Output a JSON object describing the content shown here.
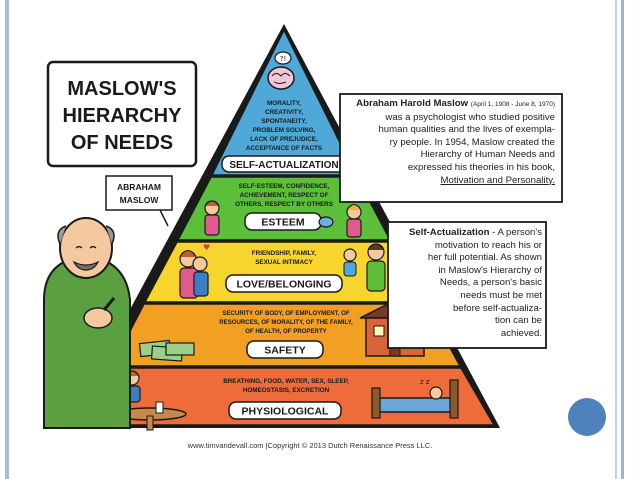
{
  "title_box": {
    "line1": "MASLOW'S",
    "line2": "HIERARCHY",
    "line3": "OF NEEDS"
  },
  "person_label": {
    "line1": "ABRAHAM",
    "line2": "MASLOW"
  },
  "levels": [
    {
      "needs": [
        "MORALITY,",
        "CREATIVITY,",
        "SPONTANEITY,",
        "PROBLEM SOLVING,",
        "LACK OF PREJUDICE,",
        "ACCEPTANCE OF FACTS"
      ],
      "label": "SELF-ACTUALIZATION",
      "color": "#4fa9d8"
    },
    {
      "needs": [
        "SELF-ESTEEM, CONFIDENCE,",
        "ACHIEVEMENT, RESPECT OF",
        "OTHERS, RESPECT BY OTHERS"
      ],
      "label": "ESTEEM",
      "color": "#5bbf3a"
    },
    {
      "needs": [
        "FRIENDSHIP, FAMILY,",
        "SEXUAL INTIMACY"
      ],
      "label": "LOVE/BELONGING",
      "color": "#f7d52c"
    },
    {
      "needs": [
        "SECURITY OF BODY, OF EMPLOYMENT, OF",
        "RESOURCES, OF MORALITY, OF THE FAMILY,",
        "OF HEALTH, OF PROPERTY"
      ],
      "label": "SAFETY",
      "color": "#f2a024"
    },
    {
      "needs": [
        "BREATHING, FOOD, WATER, SEX, SLEEP,",
        "HOMEOSTASIS, EXCRETION"
      ],
      "label": "PHYSIOLOGICAL",
      "color": "#ee6b3a"
    }
  ],
  "bio_box": {
    "name": "Abraham Harold Maslow",
    "dates": "(April 1, 1908 - June 8, 1970)",
    "line1": "was a psychologist who studied positive",
    "line2": "human qualities and the lives of exempla-",
    "line3": "ry people. In 1954, Maslow created the",
    "line4": "Hierarchy of Human Needs and",
    "line5": "expressed his theories in his book,",
    "book": "Motivation and Personality."
  },
  "definition_box": {
    "term": "Self-Actualization",
    "line1": "- A person's",
    "line2": "motivation to reach his or",
    "line3": "her full potential. As shown",
    "line4": "in Maslow's Hierarchy of",
    "line5": "Needs, a person's basic",
    "line6": "needs must be met",
    "line7": "before self-actualiza-",
    "line8": "tion can be",
    "line9": "achieved."
  },
  "copyright": "www.timvandevall.com |Copyright © 2013 Dutch Renaissance Press LLC.",
  "colors": {
    "outline": "#1a1a1a",
    "paper": "#ffffff",
    "frame": "#a9bdd6",
    "accent_dot": "#4f81bd"
  }
}
